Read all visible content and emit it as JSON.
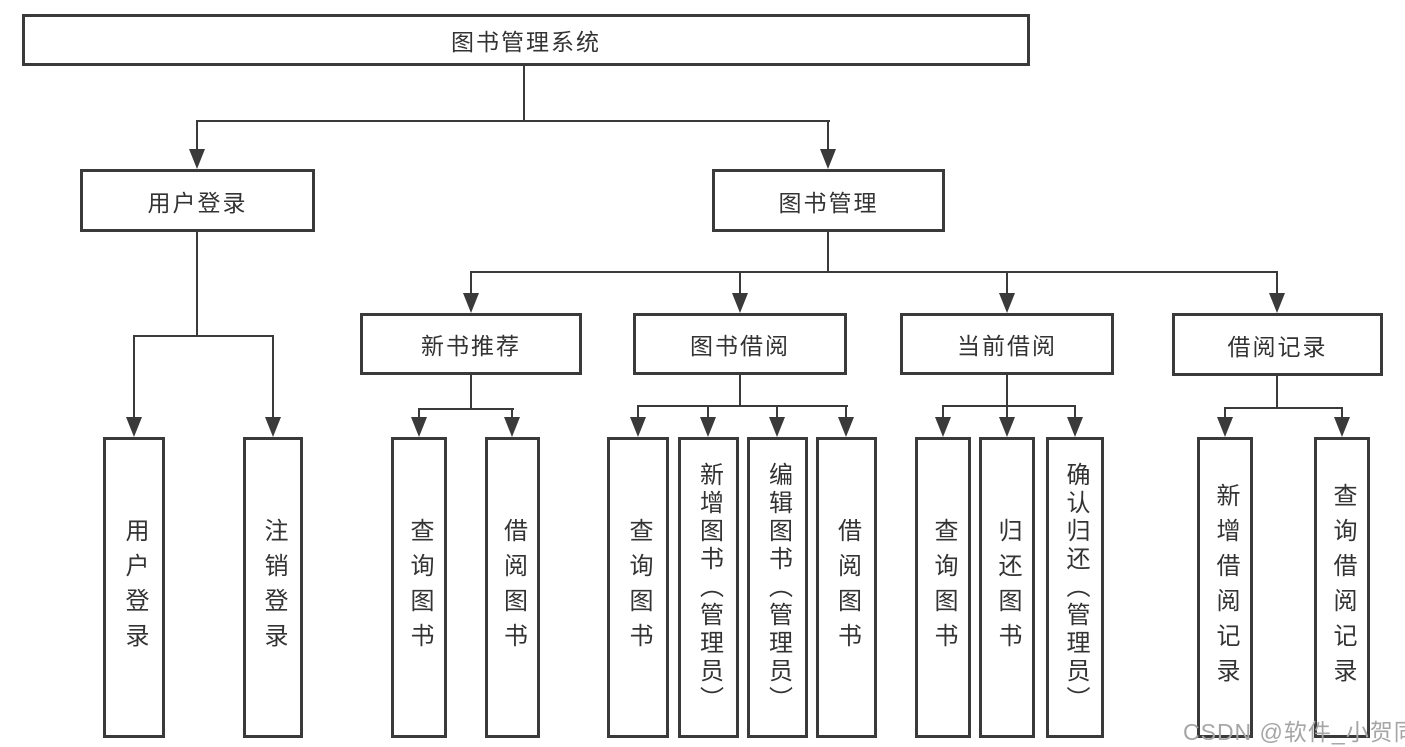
{
  "nodes": {
    "root": {
      "label": "图书管理系统"
    },
    "userLogin": {
      "label": "用户登录"
    },
    "bookMgmt": {
      "label": "图书管理"
    },
    "newBookRec": {
      "label": "新书推荐"
    },
    "bookBorrow": {
      "label": "图书借阅"
    },
    "currentBorrow": {
      "label": "当前借阅"
    },
    "borrowRecords": {
      "label": "借阅记录"
    }
  },
  "leaves": {
    "userLoginLeaf": "用户登录",
    "logout": "注销登录",
    "nbrQuery": "查询图书",
    "nbrBorrow": "借阅图书",
    "bbQuery": "查询图书",
    "bbAdd": "新增图书（管理员）",
    "bbEdit": "编辑图书（管理员）",
    "bbBorrow": "借阅图书",
    "cbQuery": "查询图书",
    "cbReturn": "归还图书",
    "cbConfirm": "确认归还（管理员）",
    "brAdd": "新增借阅记录",
    "brQuery": "查询借阅记录"
  },
  "watermark": {
    "text": "CSDN @软件_小贺同学"
  },
  "colors": {
    "line": "#3a3a3a",
    "text": "#333333",
    "watermark": "#a6a6a6",
    "background": "#ffffff"
  }
}
